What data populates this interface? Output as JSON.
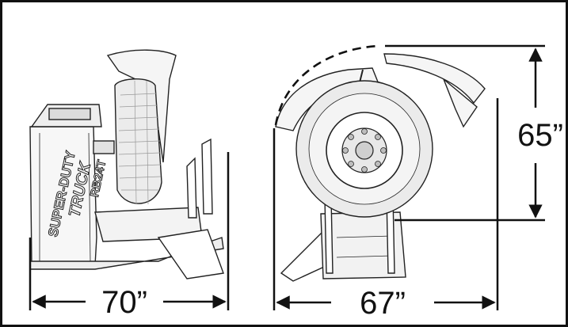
{
  "dimensions": {
    "side_width": "70”",
    "front_width": "67”",
    "front_height": "65”"
  },
  "machine_logo": {
    "line1": "SUPER-DUTY",
    "line2": "TRUCK",
    "model": "RB24T"
  },
  "colors": {
    "line": "#111111",
    "fill": "#f7f7f7",
    "shade": "#e6e6e6"
  }
}
